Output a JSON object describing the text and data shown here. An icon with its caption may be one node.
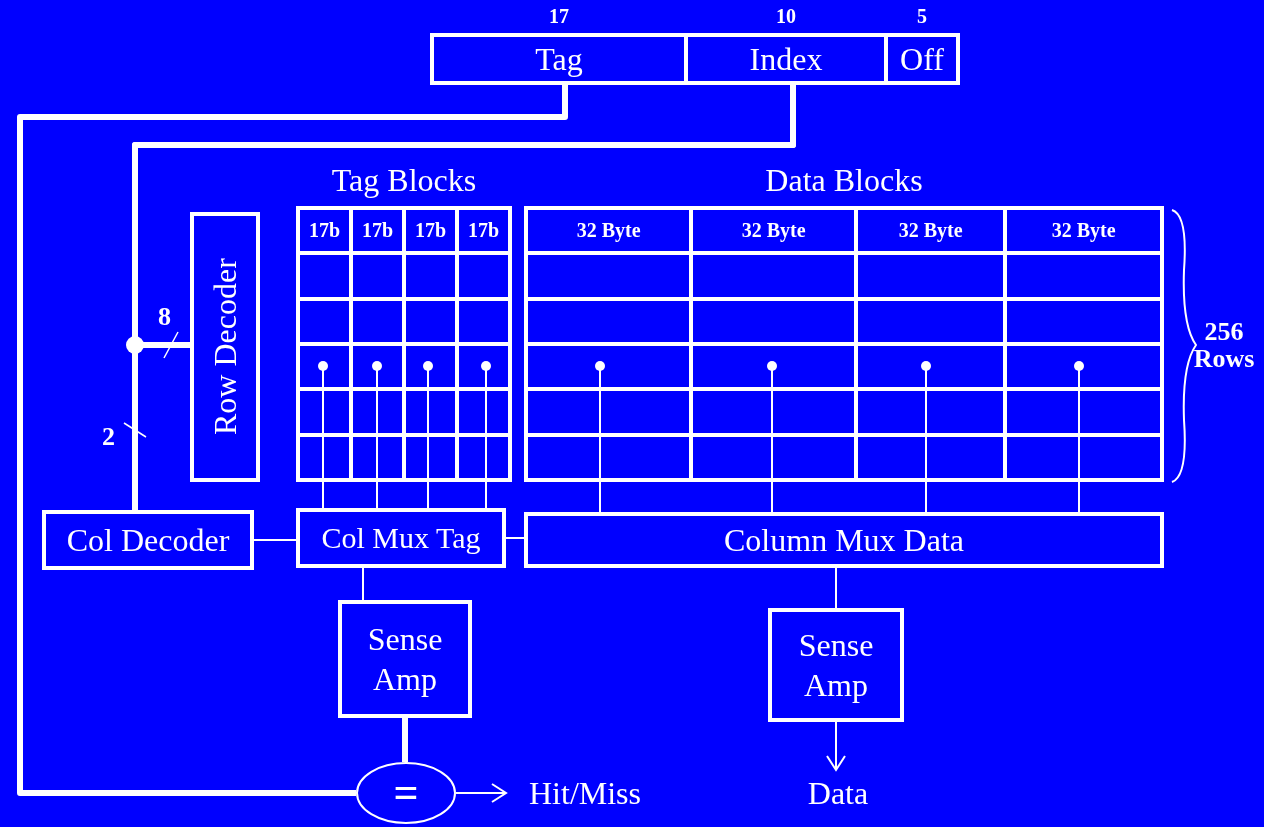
{
  "diagram": {
    "nodes": [
      {
        "text": [
          "Tag"
        ],
        "beside": [
          "17"
        ]
      },
      {
        "text": [
          "Index"
        ],
        "beside": [
          "10"
        ]
      },
      {
        "text": [
          "Off"
        ],
        "beside": [
          "5"
        ]
      },
      {
        "text": [
          "Row Decoder"
        ]
      },
      {
        "text": [
          "Tag Blocks",
          "17b",
          "17b",
          "17b",
          "17b"
        ]
      },
      {
        "text": [
          "Data Blocks",
          "32 Byte",
          "32 Byte",
          "32 Byte",
          "32 Byte"
        ],
        "beside": [
          "256 Rows"
        ]
      },
      {
        "text": [
          "Col Decoder"
        ]
      },
      {
        "text": [
          "Col Mux Tag"
        ]
      },
      {
        "text": [
          "Column Mux Data"
        ]
      },
      {
        "text": [
          "Sense Amp"
        ]
      },
      {
        "text": [
          "Sense Amp"
        ]
      },
      {
        "text": [
          "="
        ]
      },
      {
        "text": [
          "Hit/Miss"
        ]
      },
      {
        "text": [
          "Data"
        ]
      }
    ],
    "edges": [
      {
        "from": 0,
        "to": 11,
        "arrow": "none",
        "style": "thick"
      },
      {
        "from": 1,
        "to": 3,
        "arrow": "none",
        "style": "thick"
      },
      {
        "from": 1,
        "to": 6,
        "arrow": "none",
        "style": "thick"
      },
      {
        "from": 6,
        "to": 7,
        "arrow": "none"
      },
      {
        "from": 7,
        "to": 8,
        "arrow": "none"
      },
      {
        "from": 4,
        "to": 7,
        "arrow": "other"
      },
      {
        "from": 4,
        "to": 7,
        "arrow": "other"
      },
      {
        "from": 4,
        "to": 7,
        "arrow": "other"
      },
      {
        "from": 4,
        "to": 7,
        "arrow": "other"
      },
      {
        "from": 5,
        "to": 8,
        "arrow": "other"
      },
      {
        "from": 5,
        "to": 8,
        "arrow": "other"
      },
      {
        "from": 5,
        "to": 8,
        "arrow": "other"
      },
      {
        "from": 5,
        "to": 8,
        "arrow": "other"
      },
      {
        "from": 7,
        "to": 9,
        "arrow": "none"
      },
      {
        "from": 9,
        "to": 11,
        "arrow": "none",
        "style": "thick"
      },
      {
        "from": 11,
        "to": 12,
        "arrow": "to"
      },
      {
        "from": 8,
        "to": 10,
        "arrow": "none"
      },
      {
        "from": 10,
        "to": 13,
        "arrow": "to"
      }
    ],
    "labels": [
      "8",
      "2"
    ]
  }
}
